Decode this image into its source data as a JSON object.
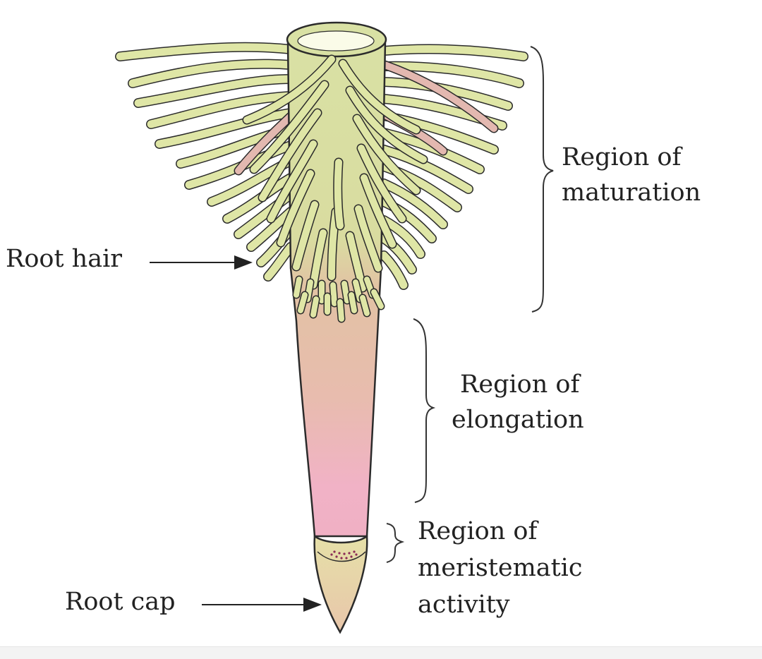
{
  "labels": {
    "root_hair": "Root hair",
    "root_cap": "Root cap",
    "maturation_line1": "Region of",
    "maturation_line2": "maturation",
    "elongation_line1": "Region of",
    "elongation_line2": "elongation",
    "meristem_line1": "Region of",
    "meristem_line2": "meristematic",
    "meristem_line3": "activity"
  },
  "colors": {
    "root_hair_fill": "#dfe6a6",
    "root_hair_pink": "#e3b8b0",
    "outline": "#2b2b2b",
    "root_top_green": "#d9e1a4",
    "elongation_tan": "#e2c2a4",
    "meristem_pink": "#f1b2c6",
    "root_cap_fill": "#e8d2ad"
  }
}
